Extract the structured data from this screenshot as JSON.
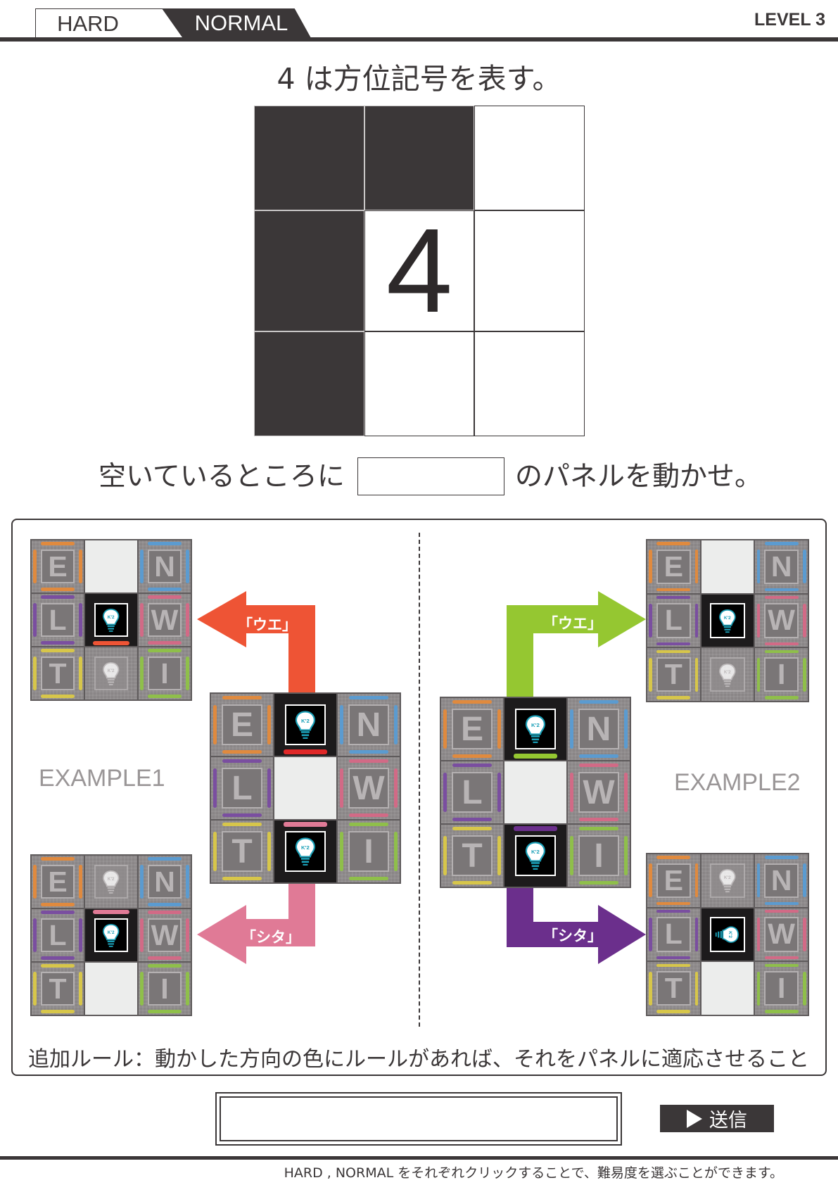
{
  "header": {
    "tab_hard": "HARD",
    "tab_normal": "NORMAL",
    "level": "LEVEL 3"
  },
  "puzzle": {
    "title": "4 は方位記号を表す。",
    "grid": [
      [
        "dark",
        "dark",
        "white"
      ],
      [
        "dark",
        "4",
        "white"
      ],
      [
        "dark",
        "white",
        "white"
      ]
    ],
    "number": "4"
  },
  "instruction": {
    "before": "空いているところに",
    "after": "のパネルを動かせ。"
  },
  "examples": {
    "example1_label": "EXAMPLE1",
    "example2_label": "EXAMPLE2",
    "up_label": "「ウエ」",
    "down_label": "「シタ」",
    "bulb_text": "K'2",
    "colors": {
      "ex1_up": "#ee5435",
      "ex1_down": "#e07a96",
      "ex2_up": "#95c731",
      "ex2_down": "#6b2f8c"
    },
    "letters": [
      "E",
      "N",
      "L",
      "W",
      "T",
      "I"
    ]
  },
  "rule": "追加ルール：動かした方向の色にルールがあれば、それをパネルに適応させること",
  "answer": {
    "value": "",
    "send_label": "送信",
    "send_icon": "play-triangle-icon"
  },
  "footer_note": "HARD , NORMAL をそれぞれクリックすることで、難易度を選ぶことができます。"
}
